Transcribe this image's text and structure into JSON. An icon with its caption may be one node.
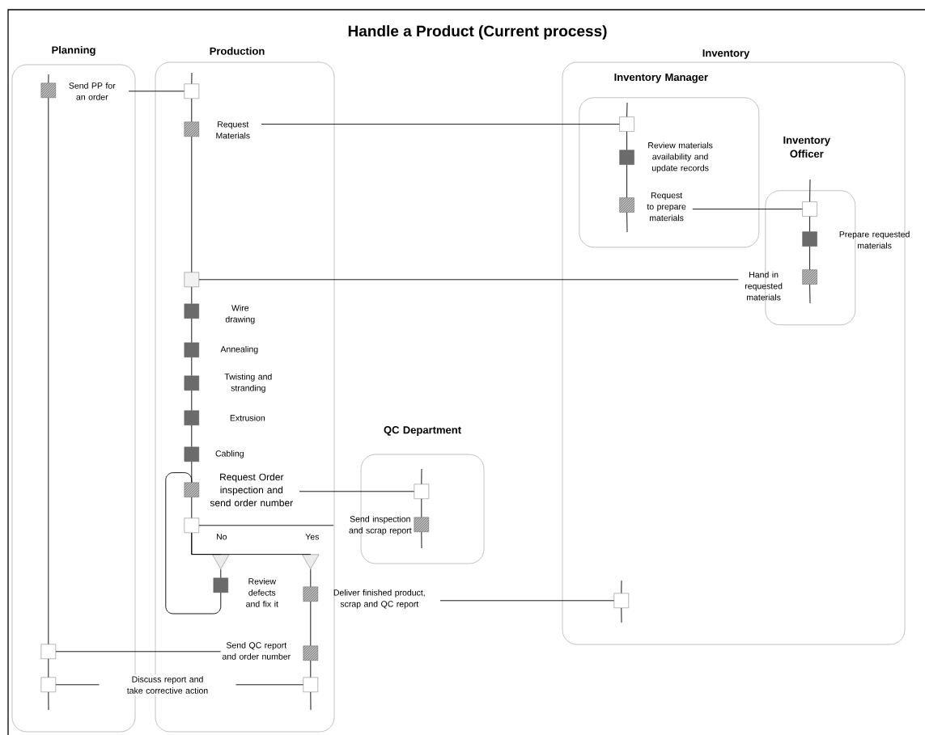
{
  "diagram": {
    "title": "Handle a Product (Current process)",
    "nodes": [
      {
        "text": [
          "Planning"
        ]
      },
      {
        "text": [
          "Production"
        ]
      },
      {
        "text": [
          "Inventory"
        ]
      },
      {
        "text": [
          "Inventory Manager"
        ],
        "in": 2
      },
      {
        "text": [
          "Inventory Officer"
        ],
        "in": 2
      },
      {
        "text": [
          "QC Department"
        ]
      },
      {
        "text": [],
        "shape": "box",
        "beside": [
          "Send PP for an order"
        ],
        "in": 0
      },
      {
        "text": [],
        "shape": "box",
        "in": 0
      },
      {
        "text": [],
        "shape": "box",
        "in": 0
      },
      {
        "text": [],
        "shape": "box",
        "in": 1
      },
      {
        "text": [],
        "shape": "box",
        "beside": [
          "Request Materials"
        ],
        "in": 1
      },
      {
        "text": [],
        "shape": "box",
        "in": 1
      },
      {
        "text": [],
        "shape": "box",
        "beside": [
          "Wire drawing"
        ],
        "in": 1
      },
      {
        "text": [],
        "shape": "box",
        "beside": [
          "Annealing"
        ],
        "in": 1
      },
      {
        "text": [],
        "shape": "box",
        "beside": [
          "Twisting and stranding"
        ],
        "in": 1
      },
      {
        "text": [],
        "shape": "box",
        "beside": [
          "Extrusion"
        ],
        "in": 1
      },
      {
        "text": [],
        "shape": "box",
        "beside": [
          "Cabling"
        ],
        "in": 1
      },
      {
        "text": [],
        "shape": "box",
        "beside": [
          "Request Order inspection and send order number"
        ],
        "in": 1
      },
      {
        "text": [],
        "shape": "box",
        "in": 1
      },
      {
        "text": [],
        "shape": "triangle",
        "beside": [
          "No"
        ],
        "in": 1
      },
      {
        "text": [],
        "shape": "triangle",
        "beside": [
          "Yes"
        ],
        "in": 1
      },
      {
        "text": [],
        "shape": "box",
        "beside": [
          "Review defects and fix it"
        ],
        "in": 1
      },
      {
        "text": [],
        "shape": "box",
        "beside": [
          "Deliver finished product, scrap and QC report"
        ],
        "in": 1
      },
      {
        "text": [],
        "shape": "box",
        "beside": [
          "Send QC report and order number"
        ],
        "in": 1
      },
      {
        "text": [],
        "shape": "box",
        "in": 1
      },
      {
        "text": [],
        "shape": "box",
        "in": 3
      },
      {
        "text": [],
        "shape": "box",
        "beside": [
          "Review materials availability and update records"
        ],
        "in": 3
      },
      {
        "text": [],
        "shape": "box",
        "beside": [
          "Request to prepare materials"
        ],
        "in": 3
      },
      {
        "text": [],
        "shape": "box",
        "in": 4
      },
      {
        "text": [],
        "shape": "box",
        "beside": [
          "Prepare requested materials"
        ],
        "in": 4
      },
      {
        "text": [],
        "shape": "box",
        "beside": [
          "Hand in requested materials"
        ],
        "in": 4
      },
      {
        "text": [],
        "shape": "box",
        "in": 5
      },
      {
        "text": [],
        "shape": "box",
        "beside": [
          "Send inspection and scrap report"
        ],
        "in": 5
      },
      {
        "text": [],
        "shape": "box",
        "in": 2
      }
    ],
    "edges": [
      {
        "from": 6,
        "to": 7,
        "arrow": "none"
      },
      {
        "from": 7,
        "to": 8,
        "arrow": "none"
      },
      {
        "from": 9,
        "to": 10,
        "arrow": "none"
      },
      {
        "from": 10,
        "to": 11,
        "arrow": "none"
      },
      {
        "from": 11,
        "to": 12,
        "arrow": "none"
      },
      {
        "from": 12,
        "to": 13,
        "arrow": "none"
      },
      {
        "from": 13,
        "to": 14,
        "arrow": "none"
      },
      {
        "from": 14,
        "to": 15,
        "arrow": "none"
      },
      {
        "from": 15,
        "to": 16,
        "arrow": "none"
      },
      {
        "from": 16,
        "to": 17,
        "arrow": "none"
      },
      {
        "from": 17,
        "to": 18,
        "arrow": "none"
      },
      {
        "from": 18,
        "to": 19,
        "arrow": "none"
      },
      {
        "from": 18,
        "to": 20,
        "arrow": "none"
      },
      {
        "from": 19,
        "to": 21,
        "arrow": "none"
      },
      {
        "from": 21,
        "to": 17,
        "arrow": "none"
      },
      {
        "from": 20,
        "to": 22,
        "arrow": "none"
      },
      {
        "from": 22,
        "to": 23,
        "arrow": "none"
      },
      {
        "from": 23,
        "to": 24,
        "arrow": "none"
      },
      {
        "from": 25,
        "to": 26,
        "arrow": "none"
      },
      {
        "from": 26,
        "to": 27,
        "arrow": "none"
      },
      {
        "from": 28,
        "to": 29,
        "arrow": "none"
      },
      {
        "from": 29,
        "to": 30,
        "arrow": "none"
      },
      {
        "from": 31,
        "to": 32,
        "arrow": "none"
      },
      {
        "from": 6,
        "to": 9,
        "arrow": "none"
      },
      {
        "from": 10,
        "to": 25,
        "arrow": "none"
      },
      {
        "from": 27,
        "to": 28,
        "arrow": "none"
      },
      {
        "from": 11,
        "to": 30,
        "arrow": "none"
      },
      {
        "from": 17,
        "to": 31,
        "arrow": "none"
      },
      {
        "from": 18,
        "to": 32,
        "arrow": "none"
      },
      {
        "from": 22,
        "to": 33,
        "arrow": "none"
      },
      {
        "from": 7,
        "to": 23,
        "arrow": "none"
      },
      {
        "from": 8,
        "to": 24,
        "arrow": "none",
        "label": "Discuss report and take corrective action"
      }
    ]
  }
}
